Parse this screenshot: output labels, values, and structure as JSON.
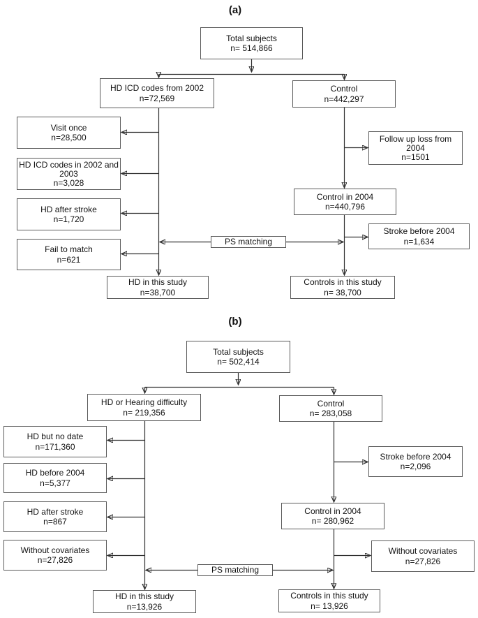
{
  "colors": {
    "background": "#ffffff",
    "box_border": "#5a5a5a",
    "connector": "#303030",
    "text": "#111111"
  },
  "diagram_a": {
    "title": "(a)",
    "boxes": {
      "total": {
        "label": "Total subjects",
        "n": "n= 514,866"
      },
      "hd_icd_2002": {
        "label": "HD ICD codes from 2002",
        "n": "n=72,569"
      },
      "control": {
        "label": "Control",
        "n": "n=442,297"
      },
      "visit_once": {
        "label": "Visit once",
        "n": "n=28,500"
      },
      "hd_icd_2002_2003": {
        "label": "HD ICD codes in 2002 and 2003",
        "n": "n=3,028"
      },
      "hd_after_stroke": {
        "label": "HD after stroke",
        "n": "n=1,720"
      },
      "fail_to_match": {
        "label": "Fail to match",
        "n": "n=621"
      },
      "follow_up_loss": {
        "label": "Follow up loss from 2004",
        "n": "n=1501"
      },
      "control_2004": {
        "label": "Control in 2004",
        "n": "n=440,796"
      },
      "stroke_before_2004": {
        "label": "Stroke before 2004",
        "n": "n=1,634"
      },
      "ps_matching": {
        "label": "PS matching"
      },
      "hd_study": {
        "label": "HD in this study",
        "n": "n=38,700"
      },
      "controls_study": {
        "label": "Controls in this study",
        "n": "n= 38,700"
      }
    }
  },
  "diagram_b": {
    "title": "(b)",
    "boxes": {
      "total": {
        "label": "Total subjects",
        "n": "n= 502,414"
      },
      "hd_hearing": {
        "label": "HD or Hearing difficulty",
        "n": "n= 219,356"
      },
      "control": {
        "label": "Control",
        "n": "n= 283,058"
      },
      "hd_no_date": {
        "label": "HD but no date",
        "n": "n=171,360"
      },
      "hd_before_2004": {
        "label": "HD before 2004",
        "n": "n=5,377"
      },
      "hd_after_stroke": {
        "label": "HD after stroke",
        "n": "n=867"
      },
      "without_covariates_left": {
        "label": "Without covariates",
        "n": "n=27,826"
      },
      "stroke_before_2004": {
        "label": "Stroke before 2004",
        "n": "n=2,096"
      },
      "control_2004": {
        "label": "Control in 2004",
        "n": "n= 280,962"
      },
      "without_covariates_right": {
        "label": "Without covariates",
        "n": "n=27,826"
      },
      "ps_matching": {
        "label": "PS matching"
      },
      "hd_study": {
        "label": "HD in this study",
        "n": "n=13,926"
      },
      "controls_study": {
        "label": "Controls in this study",
        "n": "n= 13,926"
      }
    }
  }
}
